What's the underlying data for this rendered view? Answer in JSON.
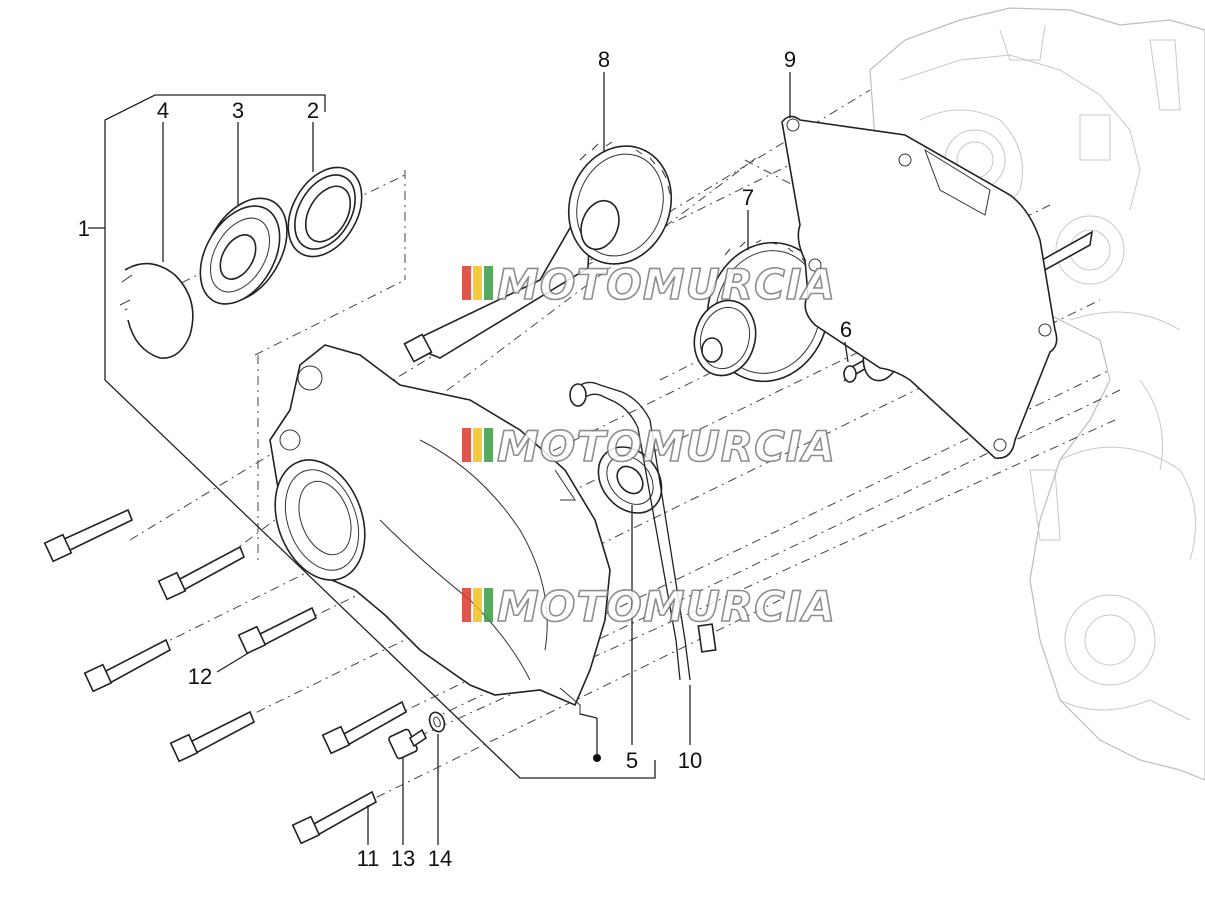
{
  "diagram": {
    "callouts": [
      {
        "id": "c1",
        "text": "1"
      },
      {
        "id": "c2",
        "text": "2"
      },
      {
        "id": "c3",
        "text": "3"
      },
      {
        "id": "c4",
        "text": "4"
      },
      {
        "id": "c5",
        "text": "5"
      },
      {
        "id": "c6",
        "text": "6"
      },
      {
        "id": "c7",
        "text": "7"
      },
      {
        "id": "c8",
        "text": "8"
      },
      {
        "id": "c9",
        "text": "9"
      },
      {
        "id": "c10",
        "text": "10"
      },
      {
        "id": "c11",
        "text": "11"
      },
      {
        "id": "c12",
        "text": "12"
      },
      {
        "id": "c13",
        "text": "13"
      },
      {
        "id": "c14",
        "text": "14"
      }
    ],
    "watermark": "MOTOMURCIA",
    "colors": {
      "line": "#222222",
      "engine_ghost": "#bdbdbd",
      "watermark_red": "#d93a2b",
      "watermark_yellow": "#f2c21b",
      "watermark_green": "#3a9a45"
    }
  }
}
